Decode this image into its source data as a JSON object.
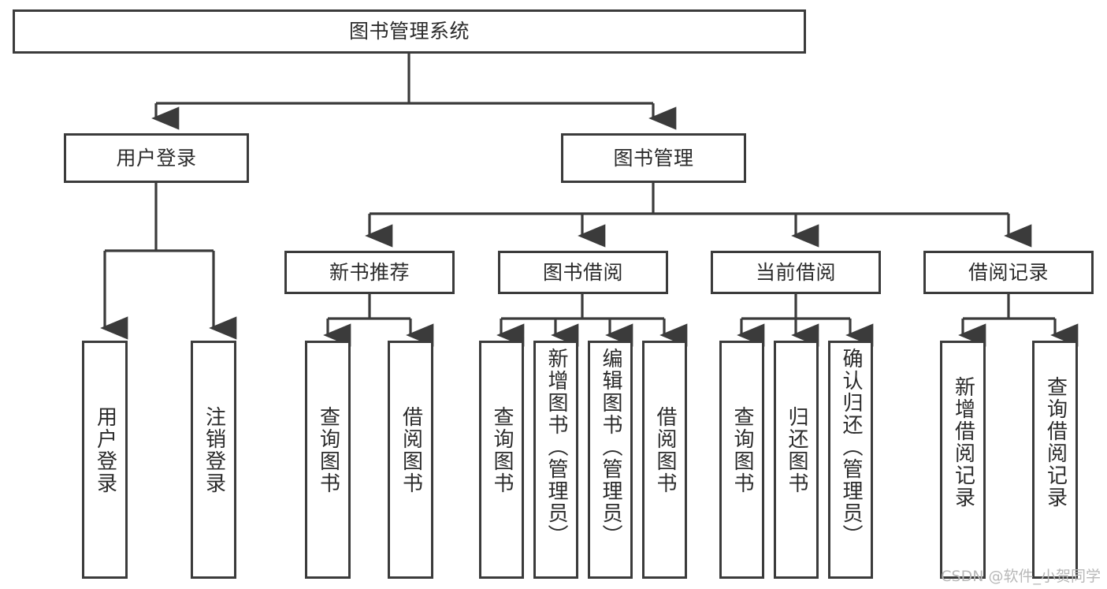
{
  "diagram": {
    "title": "图书管理系统",
    "type": "tree-hierarchy",
    "orientation": "top-down",
    "colors": {
      "stroke": "#3b3b3b",
      "fill": "#ffffff",
      "text": "#2b2b2b",
      "watermark": "#b8b8b8"
    },
    "root": {
      "label": "图书管理系统"
    },
    "level2": [
      {
        "label": "用户登录"
      },
      {
        "label": "图书管理"
      }
    ],
    "level3": [
      {
        "label": "新书推荐"
      },
      {
        "label": "图书借阅"
      },
      {
        "label": "当前借阅"
      },
      {
        "label": "借阅记录"
      }
    ],
    "leaves": {
      "user_login": [
        {
          "label": "用户登录"
        },
        {
          "label": "注销登录"
        }
      ],
      "new_book_recommend": [
        {
          "label": "查询图书"
        },
        {
          "label": "借阅图书"
        }
      ],
      "book_borrow": [
        {
          "label": "查询图书"
        },
        {
          "label": "新增图书（管理员）"
        },
        {
          "label": "编辑图书（管理员）"
        },
        {
          "label": "借阅图书"
        }
      ],
      "current_borrow": [
        {
          "label": "查询图书"
        },
        {
          "label": "归还图书"
        },
        {
          "label": "确认归还（管理员）"
        }
      ],
      "borrow_record": [
        {
          "label": "新增借阅记录"
        },
        {
          "label": "查询借阅记录"
        }
      ]
    },
    "watermark": "CSDN @软件_小贺同学"
  }
}
